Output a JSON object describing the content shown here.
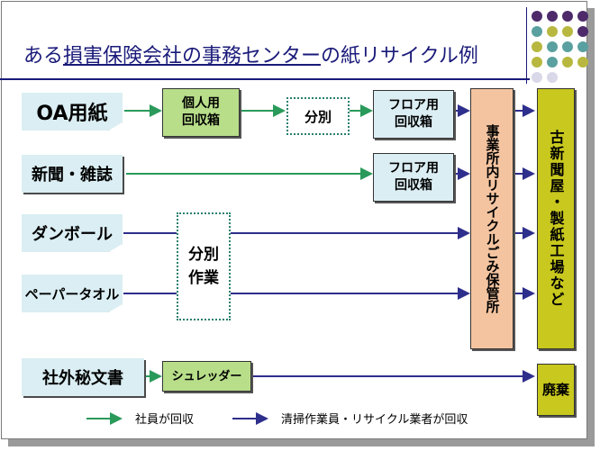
{
  "title": {
    "prefix": "ある",
    "underlined": "損害保険会社の事務センター",
    "suffix": "の紙リサイクル例"
  },
  "sources": [
    "OA用紙",
    "新聞・雑誌",
    "ダンボール",
    "ペーパータオル",
    "社外秘文書"
  ],
  "boxes": {
    "personal_bin": "個人用\n回収箱",
    "sorting": "分別",
    "floor_bin": "フロア用\n回収箱",
    "sorting_work": "分別\n作業",
    "storage": "事業所内リサイクルごみ保管所",
    "destination": "古新聞屋・製紙工場など",
    "shredder": "シュレッダー",
    "disposal": "廃棄"
  },
  "legend": {
    "employee": "社員が回収",
    "cleaner": "清掃作業員・リサイクル業者が回収"
  },
  "colors": {
    "green_arrow": "#2a9a5a",
    "blue_arrow": "#2e2e8c",
    "title": "#1a1a7a",
    "storage": "#f4c4a0",
    "destination": "#c8c81e",
    "green_box": "#b8de8a",
    "blue_box": "#dbeef4",
    "source": "#daeef3"
  },
  "decor_dot_colors": [
    "#4e2a6a",
    "#4e2a6a",
    "#4e2a6a",
    "#4e2a6a",
    "#5aa0a0",
    "#b8b840",
    "#b8b840",
    "#4e2a6a",
    "#b8b840",
    "#5aa0a0",
    "#5aa0a0",
    "#5aa0a0",
    "#b8b840",
    "#5aa0a0",
    "#b8b840",
    "#b8b840",
    "#d8d8e8",
    "#d8d8e8"
  ]
}
